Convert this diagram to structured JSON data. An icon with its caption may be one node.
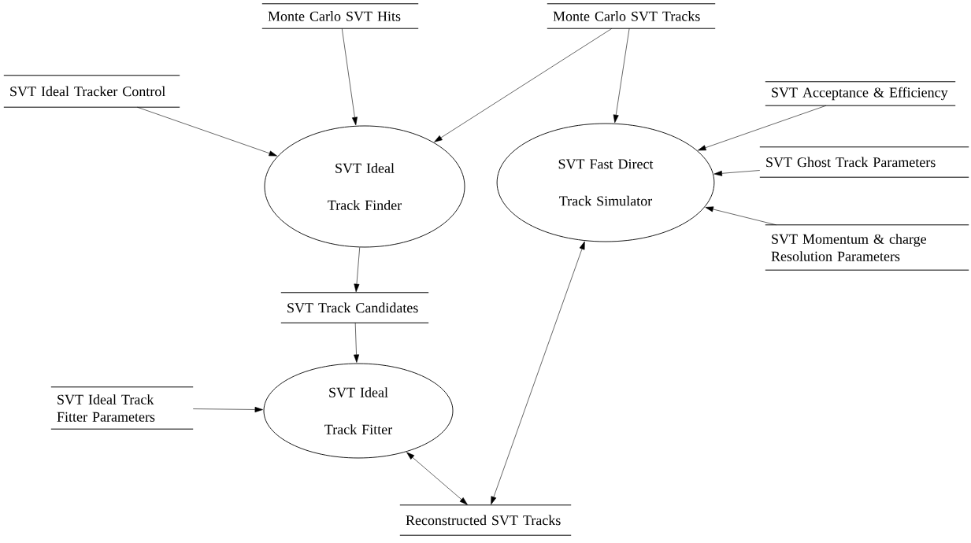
{
  "diagram": {
    "nodes": [
      {
        "text": [
          "Monte Carlo SVT Hits"
        ]
      },
      {
        "text": [
          "Monte Carlo SVT Tracks"
        ]
      },
      {
        "text": [
          "SVT Ideal Tracker Control"
        ]
      },
      {
        "text": [
          "SVT Ideal Track Finder"
        ]
      },
      {
        "text": [
          "SVT Fast Direct Track Simulator"
        ]
      },
      {
        "text": [
          "SVT Acceptance & Efficiency"
        ]
      },
      {
        "text": [
          "SVT Ghost Track Parameters"
        ]
      },
      {
        "text": [
          "SVT Momentum & charge Resolution Parameters"
        ]
      },
      {
        "text": [
          "SVT Track Candidates"
        ]
      },
      {
        "text": [
          "SVT Ideal Track Fitter"
        ]
      },
      {
        "text": [
          "SVT Ideal Track Fitter Parameters"
        ]
      },
      {
        "text": [
          "Reconstructed SVT Tracks"
        ]
      }
    ],
    "edges": [
      {
        "from": 0,
        "to": 3,
        "arrow": "to"
      },
      {
        "from": 1,
        "to": 3,
        "arrow": "to"
      },
      {
        "from": 1,
        "to": 4,
        "arrow": "to"
      },
      {
        "from": 2,
        "to": 3,
        "arrow": "to"
      },
      {
        "from": 5,
        "to": 4,
        "arrow": "to"
      },
      {
        "from": 6,
        "to": 4,
        "arrow": "to"
      },
      {
        "from": 7,
        "to": 4,
        "arrow": "to"
      },
      {
        "from": 3,
        "to": 8,
        "arrow": "to"
      },
      {
        "from": 8,
        "to": 9,
        "arrow": "to"
      },
      {
        "from": 10,
        "to": 9,
        "arrow": "to"
      },
      {
        "from": 9,
        "to": 11,
        "arrow": "both"
      },
      {
        "from": 4,
        "to": 11,
        "arrow": "both"
      }
    ]
  }
}
